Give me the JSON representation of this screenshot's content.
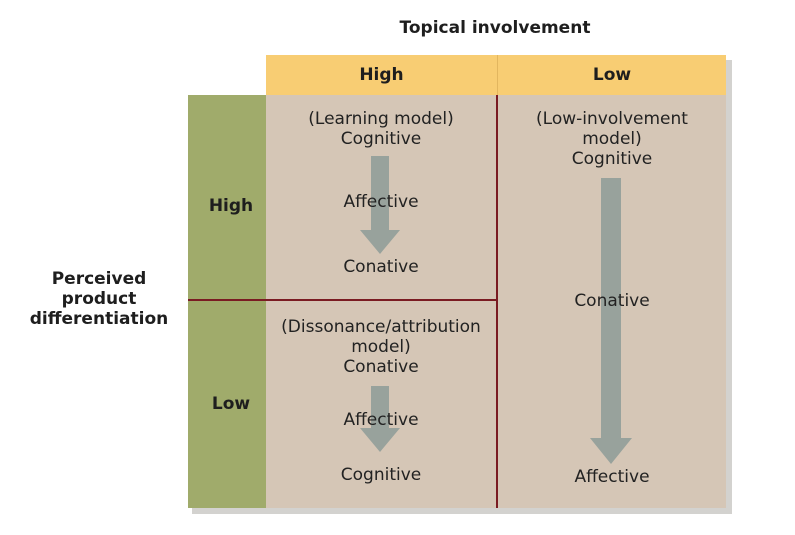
{
  "column_axis_title": "Topical involvement",
  "row_axis_title": [
    "Perceived",
    "product",
    "differentiation"
  ],
  "column_headers": [
    "High",
    "Low"
  ],
  "row_headers": [
    "High",
    "Low"
  ],
  "cells": {
    "high_high": {
      "model_name": "(Learning model)",
      "stages": [
        "Cognitive",
        "Affective",
        "Conative"
      ]
    },
    "high_low": {
      "model_name": [
        "(Dissonance/attribution",
        "model)"
      ],
      "stages": [
        "Conative",
        "Affective",
        "Cognitive"
      ]
    },
    "low_involvement": {
      "model_name": [
        "(Low-involvement",
        "model)"
      ],
      "stages": [
        "Cognitive",
        "Conative",
        "Affective"
      ]
    }
  },
  "colors": {
    "header_bar": "#f8cd73",
    "side_bar": "#a0ab6b",
    "panel": "#d5c6b6",
    "divider": "#7a1b22",
    "arrow": "#98a29c"
  }
}
